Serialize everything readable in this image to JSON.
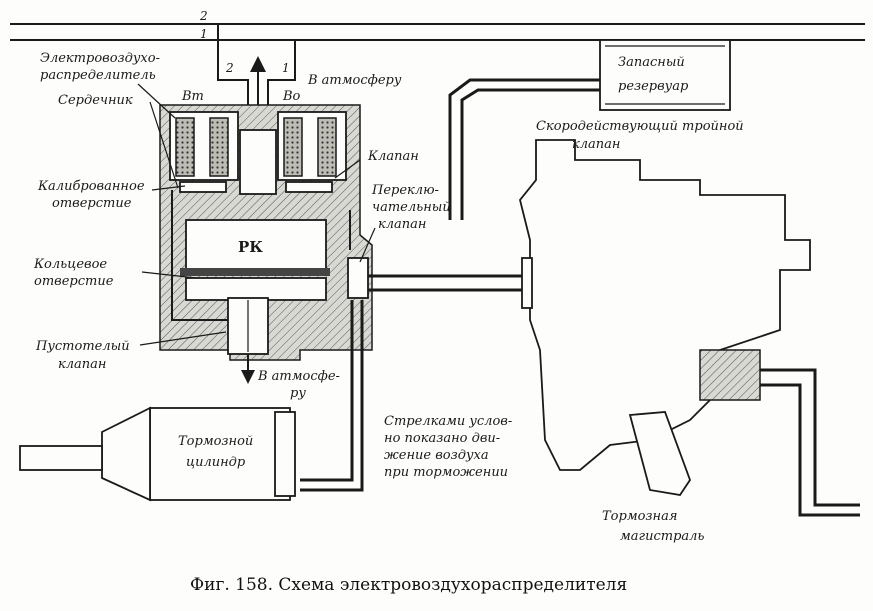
{
  "labels": {
    "wire_2_top": "2",
    "wire_1_top": "1",
    "wire_2": "2",
    "wire_1": "1",
    "electro_line1": "Электровоздухо-",
    "electro_line2": "распределитель",
    "serdechnik": "Сердечник",
    "vt": "Вт",
    "vo": "Во",
    "v_atmosferu_top": "В атмосферу",
    "klapan": "Клапан",
    "kalibr_line1": "Калиброванное",
    "kalibr_line2": "отверстие",
    "perekl_line1": "Переклю-",
    "perekl_line2": "чательный",
    "perekl_line3": "клапан",
    "rk": "РК",
    "kolc_line1": "Кольцевое",
    "kolc_line2": "отверстие",
    "pust_line1": "Пустотелый",
    "pust_line2": "клапан",
    "v_atmosf_line1": "В атмосфе-",
    "v_atmosf_line2": "ру",
    "zapasny_line1": "Запасный",
    "zapasny_line2": "резервуар",
    "skoro_line1": "Скородействующий тройной",
    "skoro_line2": "клапан",
    "strelki_line1": "Стрелками услов-",
    "strelki_line2": "но показано дви-",
    "strelki_line3": "жение воздуха",
    "strelki_line4": "при торможении",
    "tormoz_cyl_line1": "Тормозной",
    "tormoz_cyl_line2": "цилиндр",
    "tormoz_mag_line1": "Тормозная",
    "tormoz_mag_line2": "магистраль"
  },
  "caption": "Фиг. 158. Схема электровоздухораспределителя"
}
